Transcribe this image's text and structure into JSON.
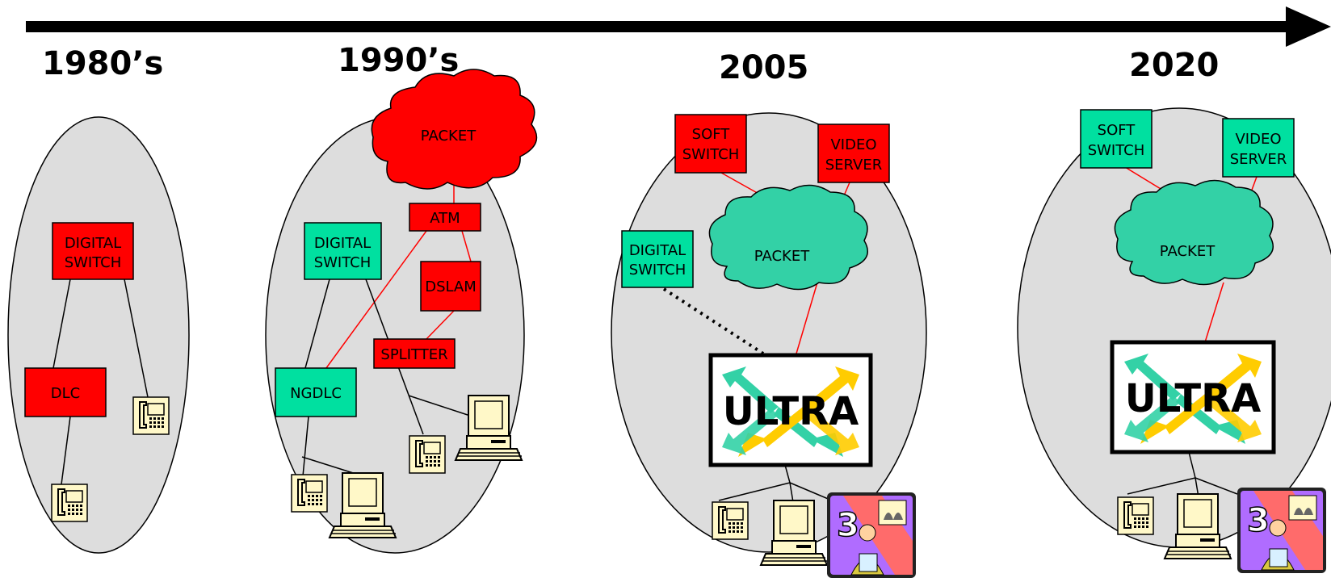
{
  "timeline": {
    "eras": [
      "1980’s",
      "1990’s",
      "2005",
      "2020"
    ]
  },
  "colors": {
    "red": "#ff0000",
    "teal": "#33d1a6",
    "green": "#00e0a0",
    "ellipse": "#dddddd"
  },
  "era1980": {
    "digital_switch": [
      "DIGITAL",
      "SWITCH"
    ],
    "dlc": "DLC"
  },
  "era1990": {
    "packet": "PACKET",
    "atm": "ATM",
    "digital_switch": [
      "DIGITAL",
      "SWITCH"
    ],
    "dslam": "DSLAM",
    "splitter": "SPLITTER",
    "ngdlc": "NGDLC"
  },
  "era2005": {
    "soft_switch": [
      "SOFT",
      "SWITCH"
    ],
    "video_server": [
      "VIDEO",
      "SERVER"
    ],
    "packet": "PACKET",
    "digital_switch": [
      "DIGITAL",
      "SWITCH"
    ],
    "ultra": "ULTRA",
    "tv_channel": "3"
  },
  "era2020": {
    "soft_switch": [
      "SOFT",
      "SWITCH"
    ],
    "video_server": [
      "VIDEO",
      "SERVER"
    ],
    "packet": "PACKET",
    "ultra": "ULTRA",
    "tv_channel": "3"
  }
}
